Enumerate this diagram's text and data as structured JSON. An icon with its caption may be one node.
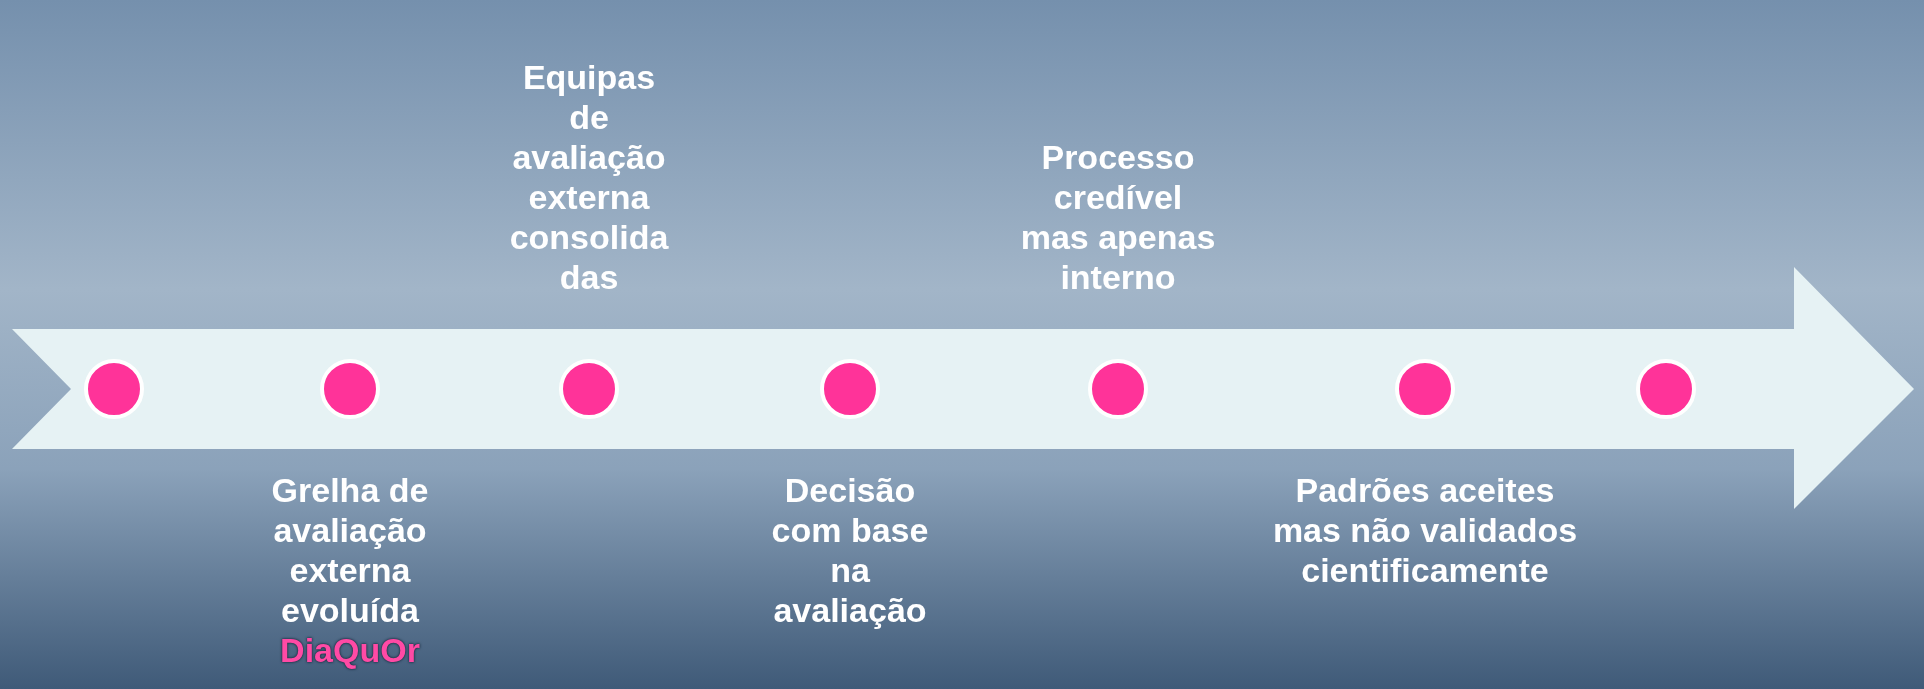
{
  "diagram": {
    "nodes": [
      {
        "text": [],
        "shape": "circle"
      },
      {
        "text": [],
        "shape": "circle",
        "beside": [
          "Grelha de avaliação externa evoluída",
          "DiaQuOr"
        ]
      },
      {
        "text": [],
        "shape": "circle",
        "beside": [
          "Equipas de avaliação externa consolidadas"
        ]
      },
      {
        "text": [],
        "shape": "circle",
        "beside": [
          "Decisão com base na avaliação"
        ]
      },
      {
        "text": [],
        "shape": "circle",
        "beside": [
          "Processo credível mas apenas interno"
        ]
      },
      {
        "text": [],
        "shape": "circle",
        "beside": [
          "Padrões aceites mas não validados cientificamente"
        ]
      },
      {
        "text": [],
        "shape": "circle"
      }
    ]
  }
}
